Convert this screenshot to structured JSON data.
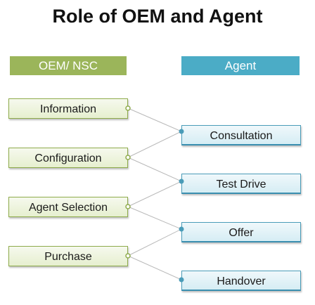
{
  "title": "Role of OEM and Agent",
  "headers": {
    "left": "OEM/ NSC",
    "right": "Agent"
  },
  "left_items": [
    "Information",
    "Configuration",
    "Agent Selection",
    "Purchase"
  ],
  "right_items": [
    "Consultation",
    "Test Drive",
    "Offer",
    "Handover"
  ],
  "colors": {
    "left_header": "#9bb55a",
    "right_header": "#4bacc6",
    "connector": "#b8b8b8",
    "left_dot": "#8eab4b",
    "right_dot": "#4a9cb8"
  }
}
